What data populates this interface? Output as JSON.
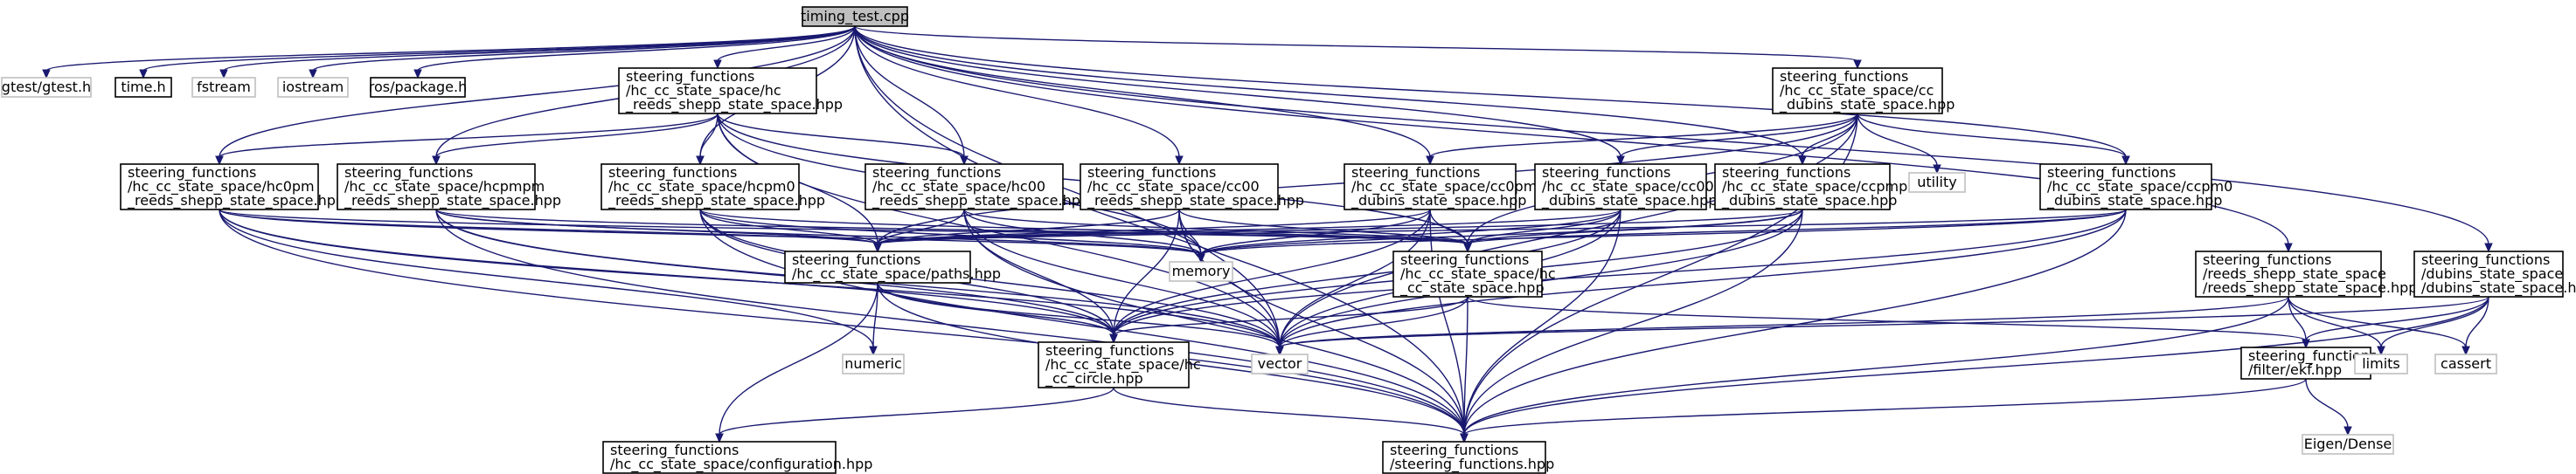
{
  "nodes": [
    {
      "id": "root",
      "kind": "root",
      "lines": [
        "timing_test.cpp"
      ]
    },
    {
      "id": "gtest",
      "kind": "sys",
      "lines": [
        "gtest/gtest.h"
      ]
    },
    {
      "id": "time",
      "kind": "doc",
      "lines": [
        "time.h"
      ]
    },
    {
      "id": "fstream",
      "kind": "sys",
      "lines": [
        "fstream"
      ]
    },
    {
      "id": "iostream",
      "kind": "sys",
      "lines": [
        "iostream"
      ]
    },
    {
      "id": "ros",
      "kind": "doc",
      "lines": [
        "ros/package.h"
      ]
    },
    {
      "id": "hc_rs",
      "kind": "doc",
      "lines": [
        "steering_functions",
        "/hc_cc_state_space/hc",
        "_reeds_shepp_state_space.hpp"
      ]
    },
    {
      "id": "cc_dub",
      "kind": "doc",
      "lines": [
        "steering_functions",
        "/hc_cc_state_space/cc",
        "_dubins_state_space.hpp"
      ]
    },
    {
      "id": "hc0pm",
      "kind": "doc",
      "lines": [
        "steering_functions",
        "/hc_cc_state_space/hc0pm",
        "_reeds_shepp_state_space.hpp"
      ]
    },
    {
      "id": "hcpmpm",
      "kind": "doc",
      "lines": [
        "steering_functions",
        "/hc_cc_state_space/hcpmpm",
        "_reeds_shepp_state_space.hpp"
      ]
    },
    {
      "id": "hcpm0",
      "kind": "doc",
      "lines": [
        "steering_functions",
        "/hc_cc_state_space/hcpm0",
        "_reeds_shepp_state_space.hpp"
      ]
    },
    {
      "id": "hc00",
      "kind": "doc",
      "lines": [
        "steering_functions",
        "/hc_cc_state_space/hc00",
        "_reeds_shepp_state_space.hpp"
      ]
    },
    {
      "id": "cc_rs",
      "kind": "doc",
      "lines": [
        "steering_functions",
        "/hc_cc_state_space/cc00",
        "_reeds_shepp_state_space.hpp"
      ]
    },
    {
      "id": "cc0pm",
      "kind": "doc",
      "lines": [
        "steering_functions",
        "/hc_cc_state_space/cc0pm",
        "_dubins_state_space.hpp"
      ]
    },
    {
      "id": "cc00d",
      "kind": "doc",
      "lines": [
        "steering_functions",
        "/hc_cc_state_space/cc00",
        "_dubins_state_space.hpp"
      ]
    },
    {
      "id": "ccpmpm",
      "kind": "doc",
      "lines": [
        "steering_functions",
        "/hc_cc_state_space/ccpmpm",
        "_dubins_state_space.hpp"
      ]
    },
    {
      "id": "utility",
      "kind": "sys",
      "lines": [
        "utility"
      ]
    },
    {
      "id": "ccpm0",
      "kind": "doc",
      "lines": [
        "steering_functions",
        "/hc_cc_state_space/ccpm0",
        "_dubins_state_space.hpp"
      ]
    },
    {
      "id": "paths",
      "kind": "doc",
      "lines": [
        "steering_functions",
        "/hc_cc_state_space/paths.hpp"
      ]
    },
    {
      "id": "memory",
      "kind": "sys",
      "lines": [
        "memory"
      ]
    },
    {
      "id": "hccc",
      "kind": "doc",
      "lines": [
        "steering_functions",
        "/hc_cc_state_space/hc",
        "_cc_state_space.hpp"
      ]
    },
    {
      "id": "rs",
      "kind": "doc",
      "lines": [
        "steering_functions",
        "/reeds_shepp_state_space",
        "/reeds_shepp_state_space.hpp"
      ]
    },
    {
      "id": "dub",
      "kind": "doc",
      "lines": [
        "steering_functions",
        "/dubins_state_space",
        "/dubins_state_space.hpp"
      ]
    },
    {
      "id": "numeric",
      "kind": "sys",
      "lines": [
        "numeric"
      ]
    },
    {
      "id": "circle",
      "kind": "doc",
      "lines": [
        "steering_functions",
        "/hc_cc_state_space/hc",
        "_cc_circle.hpp"
      ]
    },
    {
      "id": "vector",
      "kind": "sys",
      "lines": [
        "vector"
      ]
    },
    {
      "id": "ekf",
      "kind": "doc",
      "lines": [
        "steering_functions",
        "/filter/ekf.hpp"
      ]
    },
    {
      "id": "limits",
      "kind": "sys",
      "lines": [
        "limits"
      ]
    },
    {
      "id": "cassert",
      "kind": "sys",
      "lines": [
        "cassert"
      ]
    },
    {
      "id": "config",
      "kind": "doc",
      "lines": [
        "steering_functions",
        "/hc_cc_state_space/configuration.hpp"
      ]
    },
    {
      "id": "sf",
      "kind": "doc",
      "lines": [
        "steering_functions",
        "/steering_functions.hpp"
      ]
    },
    {
      "id": "eigen",
      "kind": "sys",
      "lines": [
        "Eigen/Dense"
      ]
    }
  ],
  "edges": [
    [
      "root",
      "gtest"
    ],
    [
      "root",
      "time"
    ],
    [
      "root",
      "fstream"
    ],
    [
      "root",
      "iostream"
    ],
    [
      "root",
      "ros"
    ],
    [
      "root",
      "hc_rs"
    ],
    [
      "root",
      "cc_dub"
    ],
    [
      "root",
      "hc0pm"
    ],
    [
      "root",
      "hcpmpm"
    ],
    [
      "root",
      "hcpm0"
    ],
    [
      "root",
      "hc00"
    ],
    [
      "root",
      "cc_rs"
    ],
    [
      "root",
      "cc0pm"
    ],
    [
      "root",
      "cc00d"
    ],
    [
      "root",
      "ccpmpm"
    ],
    [
      "root",
      "ccpm0"
    ],
    [
      "root",
      "rs"
    ],
    [
      "root",
      "dub"
    ],
    [
      "root",
      "sf"
    ],
    [
      "root",
      "vector"
    ],
    [
      "hc_rs",
      "hc0pm"
    ],
    [
      "hc_rs",
      "hcpmpm"
    ],
    [
      "hc_rs",
      "hcpm0"
    ],
    [
      "hc_rs",
      "hc00"
    ],
    [
      "hc_rs",
      "paths"
    ],
    [
      "hc_rs",
      "memory"
    ],
    [
      "hc_rs",
      "hccc"
    ],
    [
      "hc_rs",
      "vector"
    ],
    [
      "cc_dub",
      "cc0pm"
    ],
    [
      "cc_dub",
      "cc00d"
    ],
    [
      "cc_dub",
      "ccpmpm"
    ],
    [
      "cc_dub",
      "ccpm0"
    ],
    [
      "cc_dub",
      "utility"
    ],
    [
      "cc_dub",
      "paths"
    ],
    [
      "cc_dub",
      "hccc"
    ],
    [
      "cc_dub",
      "vector"
    ],
    [
      "cc_dub",
      "sf"
    ],
    [
      "hc0pm",
      "paths"
    ],
    [
      "hc0pm",
      "memory"
    ],
    [
      "hc0pm",
      "hccc"
    ],
    [
      "hc0pm",
      "circle"
    ],
    [
      "hc0pm",
      "vector"
    ],
    [
      "hc0pm",
      "sf"
    ],
    [
      "hc0pm",
      "numeric"
    ],
    [
      "hcpmpm",
      "paths"
    ],
    [
      "hcpmpm",
      "memory"
    ],
    [
      "hcpmpm",
      "hccc"
    ],
    [
      "hcpmpm",
      "circle"
    ],
    [
      "hcpmpm",
      "vector"
    ],
    [
      "hcpmpm",
      "sf"
    ],
    [
      "hcpm0",
      "paths"
    ],
    [
      "hcpm0",
      "memory"
    ],
    [
      "hcpm0",
      "hccc"
    ],
    [
      "hcpm0",
      "circle"
    ],
    [
      "hcpm0",
      "vector"
    ],
    [
      "hcpm0",
      "sf"
    ],
    [
      "hc00",
      "paths"
    ],
    [
      "hc00",
      "memory"
    ],
    [
      "hc00",
      "hccc"
    ],
    [
      "hc00",
      "circle"
    ],
    [
      "hc00",
      "vector"
    ],
    [
      "hc00",
      "sf"
    ],
    [
      "cc_rs",
      "paths"
    ],
    [
      "cc_rs",
      "memory"
    ],
    [
      "cc_rs",
      "hccc"
    ],
    [
      "cc_rs",
      "circle"
    ],
    [
      "cc_rs",
      "vector"
    ],
    [
      "cc_rs",
      "sf"
    ],
    [
      "cc0pm",
      "paths"
    ],
    [
      "cc0pm",
      "memory"
    ],
    [
      "cc0pm",
      "hccc"
    ],
    [
      "cc0pm",
      "circle"
    ],
    [
      "cc0pm",
      "vector"
    ],
    [
      "cc0pm",
      "sf"
    ],
    [
      "cc00d",
      "paths"
    ],
    [
      "cc00d",
      "memory"
    ],
    [
      "cc00d",
      "hccc"
    ],
    [
      "cc00d",
      "circle"
    ],
    [
      "cc00d",
      "vector"
    ],
    [
      "cc00d",
      "sf"
    ],
    [
      "ccpmpm",
      "paths"
    ],
    [
      "ccpmpm",
      "memory"
    ],
    [
      "ccpmpm",
      "hccc"
    ],
    [
      "ccpmpm",
      "circle"
    ],
    [
      "ccpmpm",
      "vector"
    ],
    [
      "ccpmpm",
      "sf"
    ],
    [
      "ccpm0",
      "paths"
    ],
    [
      "ccpm0",
      "memory"
    ],
    [
      "ccpm0",
      "hccc"
    ],
    [
      "ccpm0",
      "circle"
    ],
    [
      "ccpm0",
      "vector"
    ],
    [
      "ccpm0",
      "sf"
    ],
    [
      "paths",
      "numeric"
    ],
    [
      "paths",
      "circle"
    ],
    [
      "paths",
      "vector"
    ],
    [
      "paths",
      "config"
    ],
    [
      "paths",
      "sf"
    ],
    [
      "hccc",
      "circle"
    ],
    [
      "hccc",
      "vector"
    ],
    [
      "hccc",
      "ekf"
    ],
    [
      "hccc",
      "sf"
    ],
    [
      "circle",
      "config"
    ],
    [
      "circle",
      "sf"
    ],
    [
      "rs",
      "vector"
    ],
    [
      "rs",
      "ekf"
    ],
    [
      "rs",
      "limits"
    ],
    [
      "rs",
      "cassert"
    ],
    [
      "rs",
      "sf"
    ],
    [
      "dub",
      "vector"
    ],
    [
      "dub",
      "ekf"
    ],
    [
      "dub",
      "limits"
    ],
    [
      "dub",
      "cassert"
    ],
    [
      "dub",
      "sf"
    ],
    [
      "ekf",
      "sf"
    ],
    [
      "ekf",
      "eigen"
    ]
  ]
}
